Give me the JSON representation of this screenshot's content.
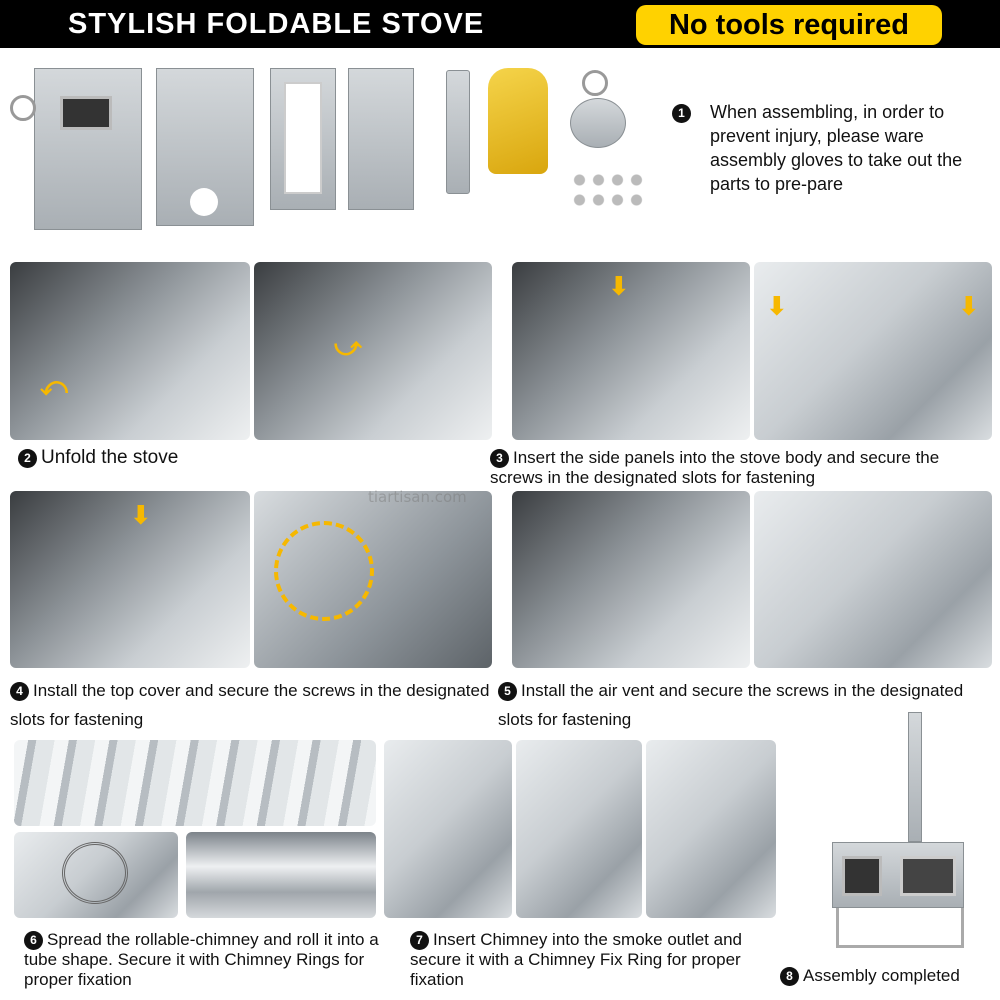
{
  "header": {
    "title": "STYLISH FOLDABLE STOVE",
    "badge": "No tools required"
  },
  "colors": {
    "header_bg": "#000000",
    "badge_bg": "#ffd200",
    "arrow": "#f6b800"
  },
  "watermark": "tiartisan.com",
  "steps": [
    {
      "num": "1",
      "text": "When assembling, in order to prevent injury, please ware assembly gloves to take out the parts to pre-pare"
    },
    {
      "num": "2",
      "text": "Unfold the stove"
    },
    {
      "num": "3",
      "text": "Insert the side panels into the stove body and secure the screws in the designated slots for fastening"
    },
    {
      "num": "4",
      "text": "Install the top cover and secure the screws in the designated slots for fastening"
    },
    {
      "num": "5",
      "text": "Install the air vent and secure the screws in the designated slots for fastening"
    },
    {
      "num": "6",
      "text": "Spread the rollable-chimney and roll it into a tube shape. Secure it with Chimney Rings for proper fixation"
    },
    {
      "num": "7",
      "text": "Insert Chimney into the smoke outlet and secure it with a Chimney Fix Ring for proper fixation"
    },
    {
      "num": "8",
      "text": "Assembly completed"
    }
  ]
}
